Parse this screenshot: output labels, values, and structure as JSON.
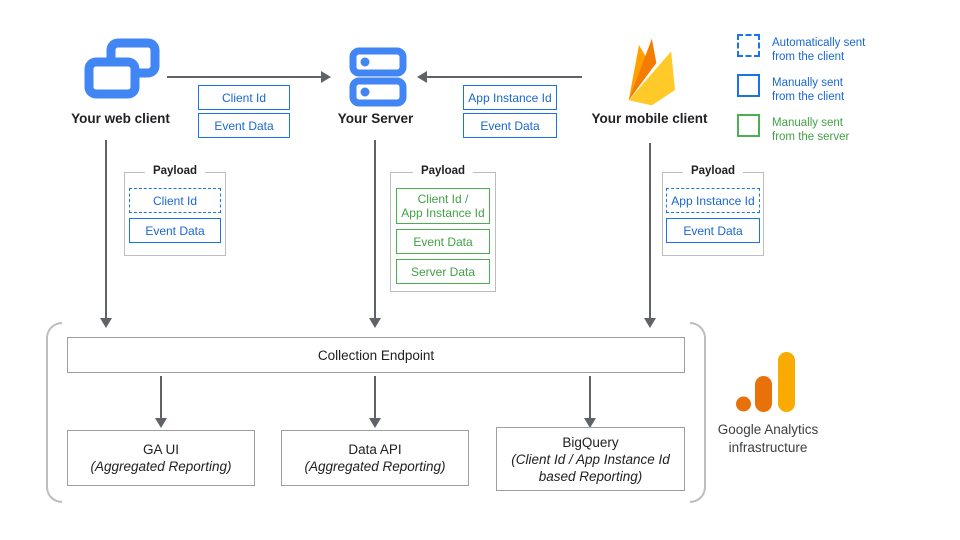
{
  "nodes": {
    "web_client": {
      "label": "Your web client"
    },
    "server": {
      "label": "Your Server"
    },
    "mobile_client": {
      "label": "Your mobile client"
    }
  },
  "flows": {
    "web_to_server": {
      "labels": [
        "Client Id",
        "Event Data"
      ]
    },
    "mobile_to_server": {
      "labels": [
        "App Instance Id",
        "Event Data"
      ]
    }
  },
  "legend": {
    "items": [
      {
        "style": "auto_client",
        "line1": "Automatically sent",
        "line2": "from the client"
      },
      {
        "style": "manual_client",
        "line1": "Manually sent",
        "line2": "from the client"
      },
      {
        "style": "manual_server",
        "line1": "Manually sent",
        "line2": "from the server"
      }
    ]
  },
  "payloads": {
    "web": {
      "title": "Payload",
      "items": [
        {
          "label": "Client Id",
          "style": "auto_client"
        },
        {
          "label": "Event Data",
          "style": "manual_client"
        }
      ]
    },
    "server": {
      "title": "Payload",
      "items": [
        {
          "label_line1": "Client Id /",
          "label_line2": "App Instance Id",
          "style": "manual_server"
        },
        {
          "label": "Event Data",
          "style": "manual_server"
        },
        {
          "label": "Server Data",
          "style": "manual_server"
        }
      ]
    },
    "mobile": {
      "title": "Payload",
      "items": [
        {
          "label": "App Instance Id",
          "style": "auto_client"
        },
        {
          "label": "Event Data",
          "style": "manual_client"
        }
      ]
    }
  },
  "infrastructure": {
    "endpoint_label": "Collection Endpoint",
    "outputs": [
      {
        "title": "GA UI",
        "subtitle": "(Aggregated Reporting)"
      },
      {
        "title": "Data API",
        "subtitle": "(Aggregated Reporting)"
      },
      {
        "title": "BigQuery",
        "subtitle": "(Client Id / App Instance Id based Reporting)"
      }
    ],
    "brand": {
      "line1": "Google Analytics",
      "line2": "infrastructure"
    }
  },
  "icons": {
    "web_client": "overlapping-browser-windows-icon",
    "server": "server-stack-icon",
    "mobile_client": "firebase-flame-icon",
    "analytics": "google-analytics-bars-logo"
  },
  "colors": {
    "blue_border": "#1A73E8",
    "blue_text": "#1967D2",
    "green_border": "#4CAF50",
    "green_text": "#43A047",
    "icon_blue": "#4285F4",
    "arrow_gray": "#5F6368",
    "box_border": "#9E9E9E",
    "payload_border": "#BDBDBD",
    "firebase_amber": "#FFA000",
    "firebase_orange": "#F57C00",
    "firebase_yellow": "#FFCA28",
    "analytics_orange": "#E8710A",
    "analytics_yellow": "#F9AB00"
  }
}
